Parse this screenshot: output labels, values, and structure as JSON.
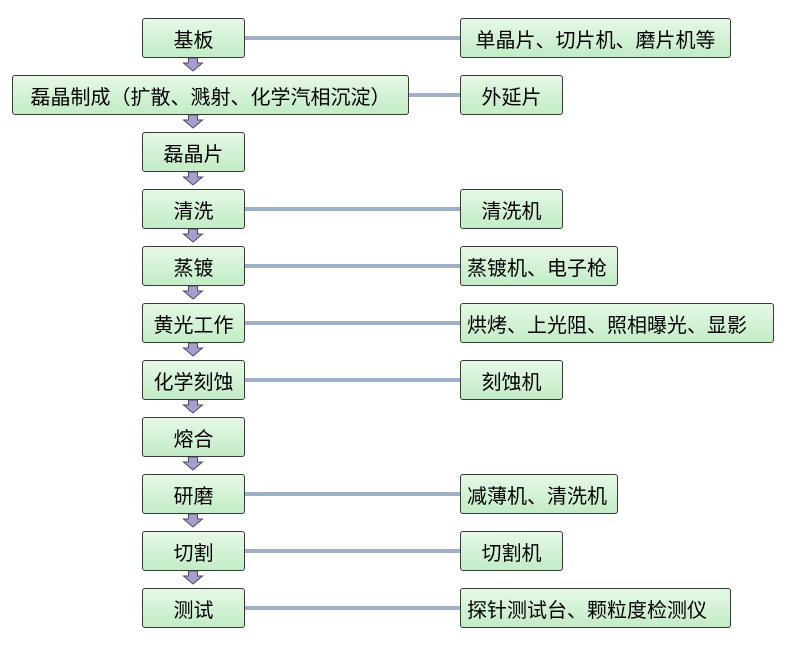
{
  "colors": {
    "box_fill_top": "#e6f8e6",
    "box_fill_bottom": "#c2ecc6",
    "box_border": "#3a3a3a",
    "connector": "#9fb0c8",
    "arrow_fill": "#a59fcb"
  },
  "steps": [
    {
      "label": "基板",
      "equipment": "单晶片、切片机、磨片机等"
    },
    {
      "label": "磊晶制成（扩散、溅射、化学汽相沉淀）",
      "equipment": "外延片"
    },
    {
      "label": "磊晶片",
      "equipment": ""
    },
    {
      "label": "清洗",
      "equipment": "清洗机"
    },
    {
      "label": "蒸镀",
      "equipment": "蒸镀机、电子枪"
    },
    {
      "label": "黄光工作",
      "equipment": "烘烤、上光阻、照相曝光、显影"
    },
    {
      "label": "化学刻蚀",
      "equipment": "刻蚀机"
    },
    {
      "label": "熔合",
      "equipment": ""
    },
    {
      "label": "研磨",
      "equipment": "减薄机、清洗机"
    },
    {
      "label": "切割",
      "equipment": "切割机"
    },
    {
      "label": "测试",
      "equipment": "探针测试台、颗粒度检测仪"
    }
  ]
}
